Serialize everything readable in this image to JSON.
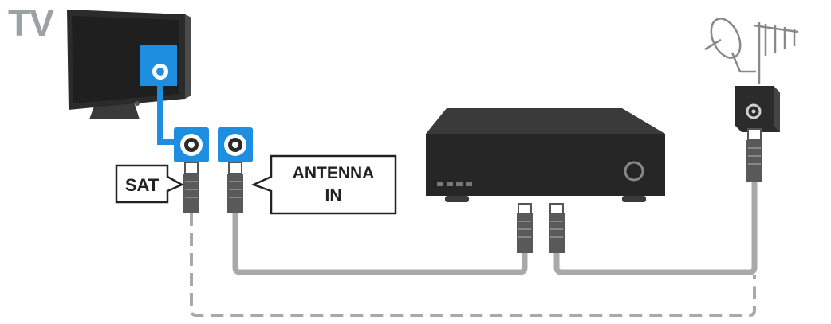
{
  "labels": {
    "tv": "TV",
    "sat": "SAT",
    "antenna_line1": "ANTENNA",
    "antenna_line2": "IN"
  },
  "colors": {
    "accent_blue": "#1e8fe0",
    "tv_body": "#2b2b2b",
    "cable": "#a9a9a9",
    "box": "#262626",
    "label_grey": "#9aa2a3"
  },
  "icons": {
    "sat_port": "coax-connector-icon",
    "antenna_port": "coax-connector-icon",
    "dish": "satellite-dish-icon",
    "antenna": "tv-antenna-icon",
    "wall_outlet": "wall-antenna-socket-icon",
    "box": "set-top-box-icon"
  }
}
